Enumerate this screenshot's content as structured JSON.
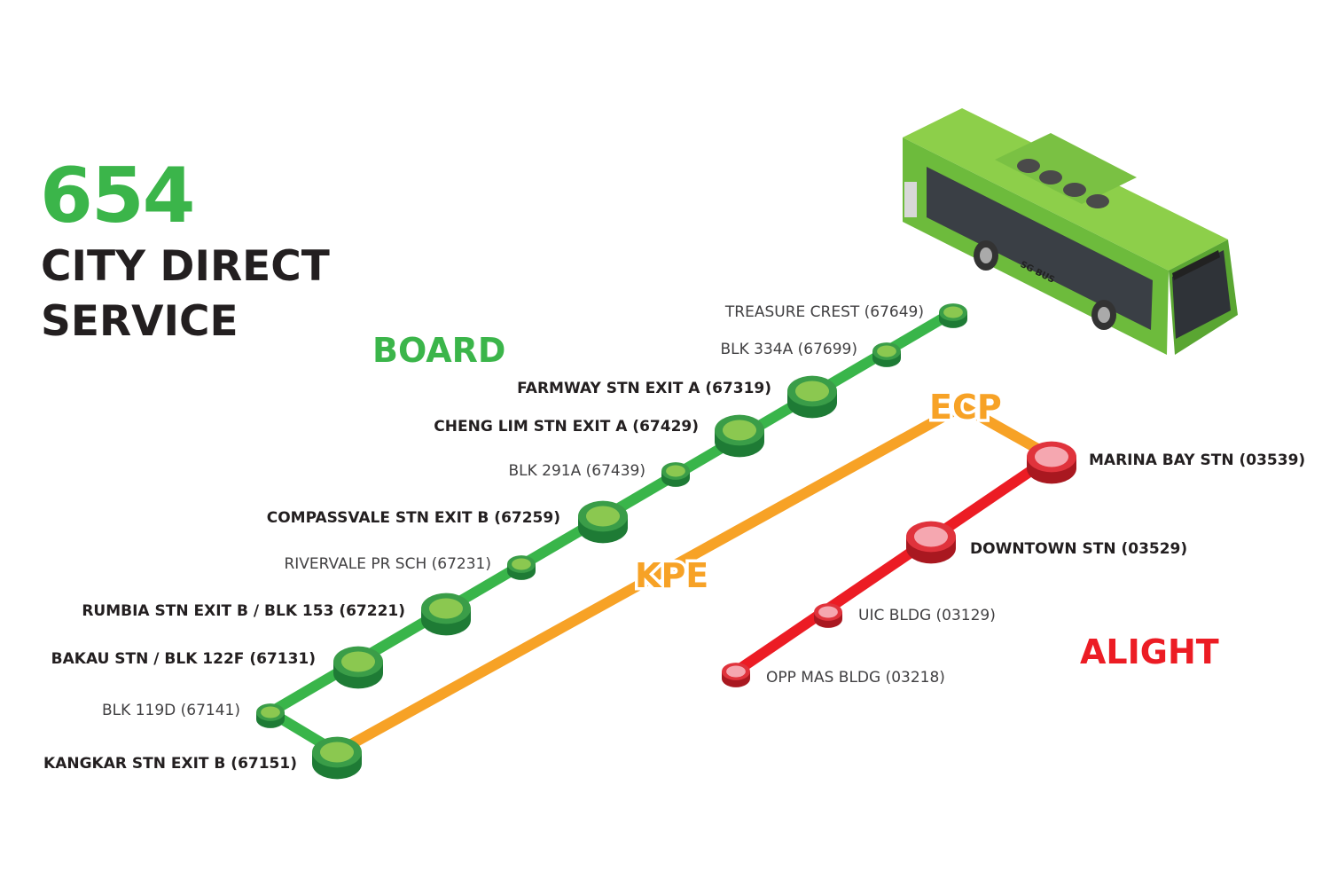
{
  "service": {
    "number": "654",
    "title_line1": "CITY DIRECT",
    "title_line2": "SERVICE"
  },
  "board_heading": "BOARD",
  "alight_heading": "ALIGHT",
  "roads": {
    "kpe": "KPE",
    "ecp": "ECP"
  },
  "colors": {
    "accent_green": "#3bb54a",
    "line_green": "#39b54a",
    "line_orange": "#f7a226",
    "line_red": "#ec1c24",
    "text_dark": "#231f20",
    "text_light": "#414042",
    "bus_body": "#7ac143"
  },
  "board_stops": [
    {
      "name": "TREASURE CREST (67649)",
      "major": false
    },
    {
      "name": "BLK 334A (67699)",
      "major": false
    },
    {
      "name": "FARMWAY STN EXIT A (67319)",
      "major": true
    },
    {
      "name": "CHENG LIM STN EXIT A (67429)",
      "major": true
    },
    {
      "name": "BLK 291A (67439)",
      "major": false
    },
    {
      "name": "COMPASSVALE STN EXIT B (67259)",
      "major": true
    },
    {
      "name": "RIVERVALE PR SCH (67231)",
      "major": false
    },
    {
      "name": "RUMBIA STN EXIT B / BLK 153 (67221)",
      "major": true
    },
    {
      "name": "BAKAU STN / BLK 122F (67131)",
      "major": true
    },
    {
      "name": "BLK 119D (67141)",
      "major": false
    },
    {
      "name": "KANGKAR STN EXIT B (67151)",
      "major": true
    }
  ],
  "alight_stops": [
    {
      "name": "MARINA BAY STN (03539)",
      "major": true
    },
    {
      "name": "DOWNTOWN STN (03529)",
      "major": true
    },
    {
      "name": "UIC BLDG (03129)",
      "major": false
    },
    {
      "name": "OPP MAS BLDG (03218)",
      "major": false
    }
  ],
  "bus": {
    "icon": "bus-icon",
    "logo": "SG BUS"
  }
}
